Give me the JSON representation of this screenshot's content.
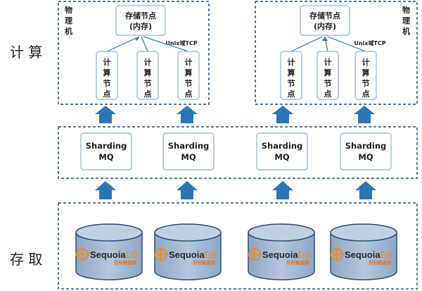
{
  "layers": {
    "compute_label": "计 算",
    "storage_label": "存 取"
  },
  "physical_machines": [
    {
      "label": "物理机",
      "storage_node": {
        "line1": "存储节点",
        "line2": "(内存)"
      },
      "link_label": "Unix域TCP",
      "compute_nodes": [
        "计算节点",
        "计算节点",
        "计算节点"
      ]
    },
    {
      "label": "物理机",
      "storage_node": {
        "line1": "存储节点",
        "line2": "(内存)"
      },
      "link_label": "Unix域TCP",
      "compute_nodes": [
        "计算节点",
        "计算节点",
        "计算节点"
      ]
    }
  ],
  "mq_nodes": [
    {
      "line1": "Sharding",
      "line2": "MQ"
    },
    {
      "line1": "Sharding",
      "line2": "MQ"
    },
    {
      "line1": "Sharding",
      "line2": "MQ"
    },
    {
      "line1": "Sharding",
      "line2": "MQ"
    }
  ],
  "databases": [
    {
      "brand_main": "Sequoia",
      "brand_accent": "DB",
      "subtitle": "巨杉数据库"
    },
    {
      "brand_main": "Sequoia",
      "brand_accent": "DB",
      "subtitle": "巨杉数据库"
    },
    {
      "brand_main": "Sequoia",
      "brand_accent": "DB",
      "subtitle": "巨杉数据库"
    },
    {
      "brand_main": "Sequoia",
      "brand_accent": "DB",
      "subtitle": "巨杉数据库"
    }
  ],
  "colors": {
    "dashed_border": "#1f4e79",
    "node_border": "#9dc3e6",
    "arrow_fill": "#2e75b6",
    "cylinder_fill": "#9fb6d0",
    "cylinder_top": "#bfd0e3",
    "cylinder_stroke": "#2f4f75",
    "brand_orange": "#f08a24"
  }
}
